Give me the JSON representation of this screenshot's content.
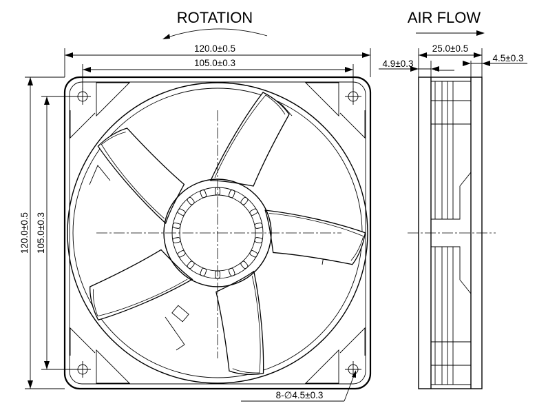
{
  "front_view": {
    "title": "ROTATION",
    "dim_width_outer": "120.0±0.5",
    "dim_width_holes": "105.0±0.3",
    "dim_height_outer": "120.0±0.5",
    "dim_height_holes": "105.0±0.3",
    "dim_holes": "8-∅4.5±0.3"
  },
  "side_view": {
    "title": "AIR FLOW",
    "dim_depth": "25.0±0.5",
    "dim_left_flange": "4.9±0.3",
    "dim_right_flange": "4.5±0.3"
  }
}
